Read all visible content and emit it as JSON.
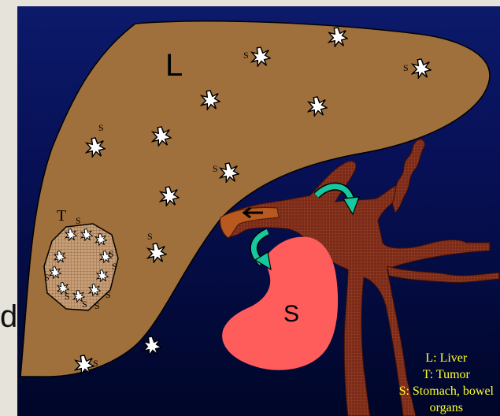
{
  "slide_fragment": "d",
  "labels": {
    "liver": "L",
    "tumor": "T",
    "stomach": "S",
    "seed": "S"
  },
  "legend": {
    "line1": "L: Liver",
    "line2": "T: Tumor",
    "line3": "S: Stomach, bowel",
    "line4": "organs"
  },
  "colors": {
    "background": "#0a1560",
    "liver": "#a0703c",
    "stomach": "#ff5c5c",
    "vessels": "#7a2a18",
    "arrows": "#16c8a0",
    "legend_text": "#ffff2a"
  }
}
